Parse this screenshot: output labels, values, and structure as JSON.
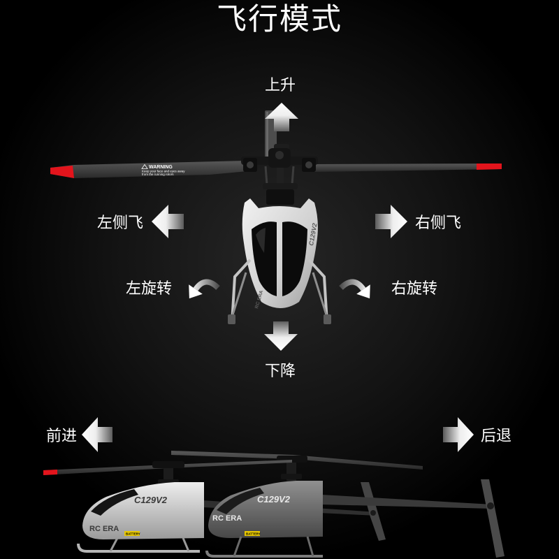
{
  "title": "飞行模式",
  "labels": {
    "up": "上升",
    "left_strafe": "左侧飞",
    "right_strafe": "右侧飞",
    "rotate_left": "左旋转",
    "rotate_right": "右旋转",
    "down": "下降",
    "forward": "前进",
    "backward": "后退"
  },
  "icons": {
    "up": "arrow-up-icon",
    "down": "arrow-down-icon",
    "left_strafe": "arrow-left-icon",
    "right_strafe": "arrow-right-icon",
    "rotate_left": "rotate-left-icon",
    "rotate_right": "rotate-right-icon",
    "forward": "arrow-left-icon",
    "backward": "arrow-right-icon"
  },
  "decals": {
    "warning_title": "WARNING",
    "warning_line_1": "Keep your face and eyes away",
    "warning_line_2": "from the running rotors",
    "brand": "RC ERA",
    "model": "C129V2",
    "battery": "BATTERY"
  },
  "colors": {
    "background": "#000000",
    "text": "#ffffff",
    "rotor_tip": "#e3141c",
    "rotor_blade": "#3c3c3c",
    "canopy_light": "#d9d9d9",
    "canopy_dark": "#6e6e6e"
  }
}
